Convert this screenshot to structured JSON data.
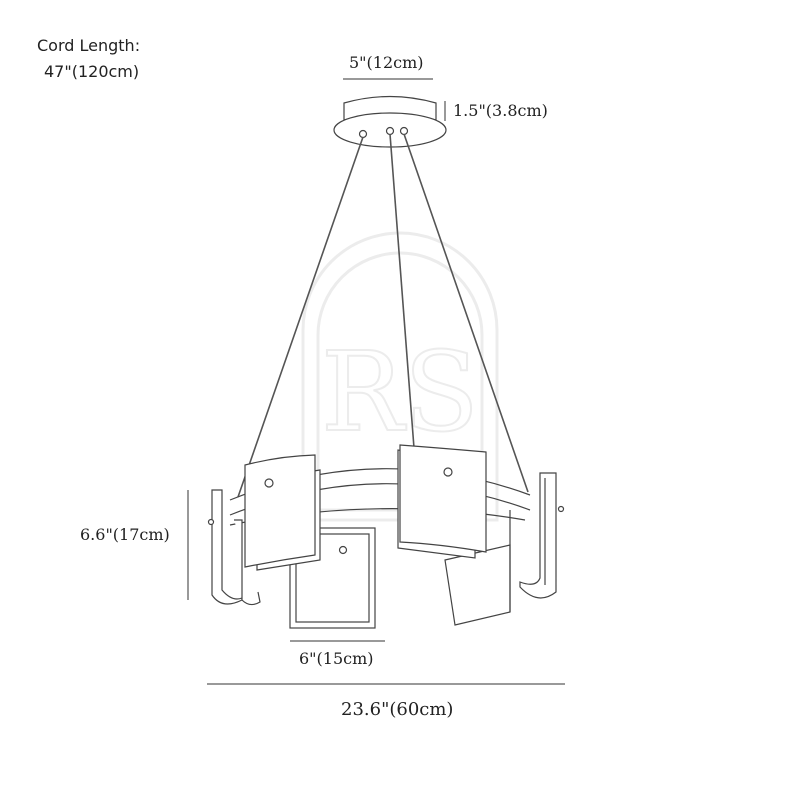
{
  "cord": {
    "title": "Cord Length:",
    "value": "47\"(120cm)"
  },
  "dimensions": {
    "canopy_width": "5\"(12cm)",
    "canopy_height": "1.5\"(3.8cm)",
    "shade_height": "6.6\"(17cm)",
    "shade_width": "6\"(15cm)",
    "overall_width": "23.6\"(60cm)"
  },
  "watermark": "RS",
  "colors": {
    "line": "#444444",
    "dim_line": "#333333",
    "watermark": "#e8e8e8"
  }
}
